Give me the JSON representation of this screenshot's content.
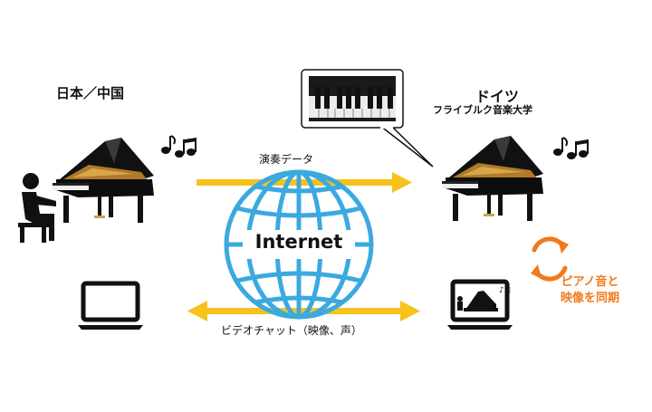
{
  "left_location": "日本／中国",
  "right_location": "ドイツ",
  "university": "フライブルク音楽大学",
  "top_arrow_label": "演奏データ",
  "bottom_arrow_label": "ビデオチャット（映像、声）",
  "globe_label": "Internet",
  "sync_label_line1": "ピアノ音と",
  "sync_label_line2": "映像を同期",
  "colors": {
    "arrow": "#f6c21b",
    "globe": "#3ba9e0",
    "sync": "#f07a1c",
    "ink": "#111111"
  },
  "icons": [
    "grand-piano-icon",
    "pianist-icon",
    "music-note-icon",
    "laptop-icon",
    "globe-icon",
    "sync-icon",
    "keyboard-closeup-icon"
  ]
}
